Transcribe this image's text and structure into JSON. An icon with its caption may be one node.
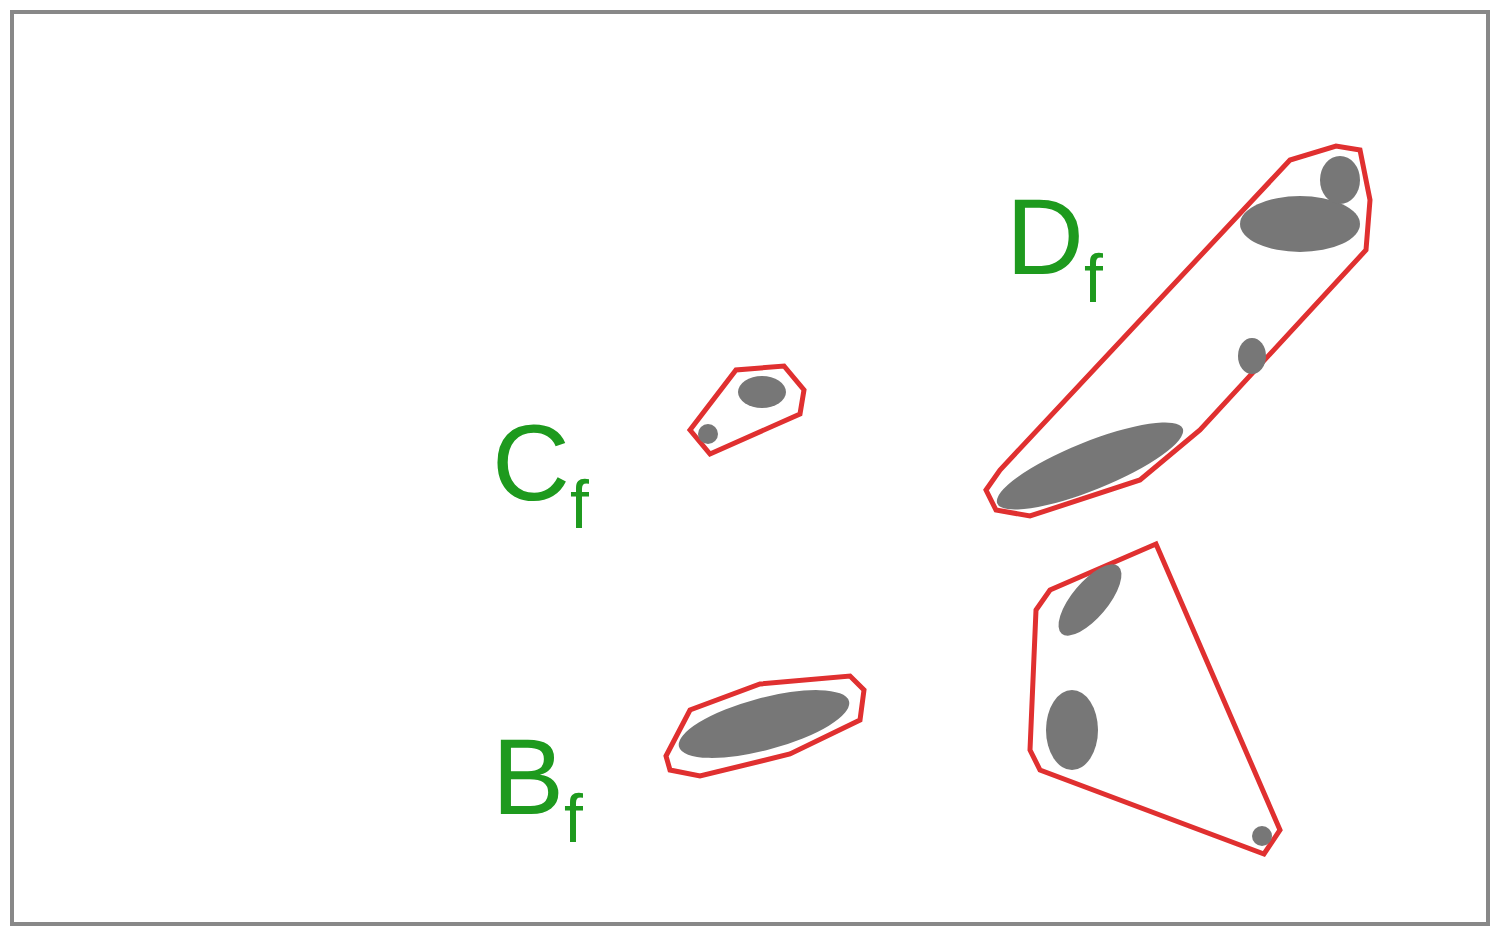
{
  "diagram": {
    "labels": [
      "D$_{f}$",
      "C$_{f}$",
      "B$_{f}$"
    ]
  }
}
